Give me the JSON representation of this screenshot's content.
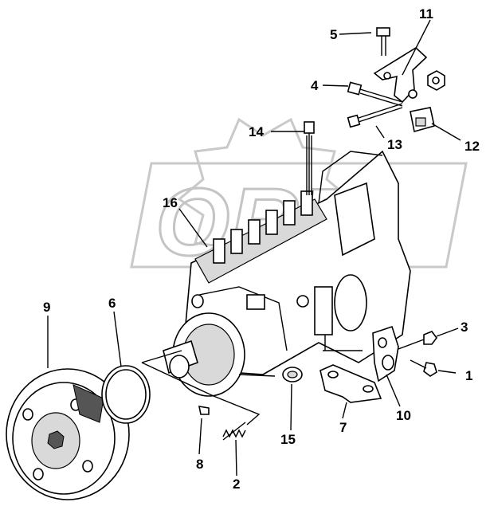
{
  "watermark": "ORD",
  "callouts": [
    {
      "id": "c1",
      "label": "1"
    },
    {
      "id": "c2",
      "label": "2"
    },
    {
      "id": "c3",
      "label": "3"
    },
    {
      "id": "c4",
      "label": "4"
    },
    {
      "id": "c5",
      "label": "5"
    },
    {
      "id": "c6",
      "label": "6"
    },
    {
      "id": "c7",
      "label": "7"
    },
    {
      "id": "c8",
      "label": "8"
    },
    {
      "id": "c9",
      "label": "9"
    },
    {
      "id": "c10",
      "label": "10"
    },
    {
      "id": "c11",
      "label": "11"
    },
    {
      "id": "c12",
      "label": "12"
    },
    {
      "id": "c13",
      "label": "13"
    },
    {
      "id": "c14",
      "label": "14"
    },
    {
      "id": "c15",
      "label": "15"
    },
    {
      "id": "c16",
      "label": "16"
    }
  ]
}
